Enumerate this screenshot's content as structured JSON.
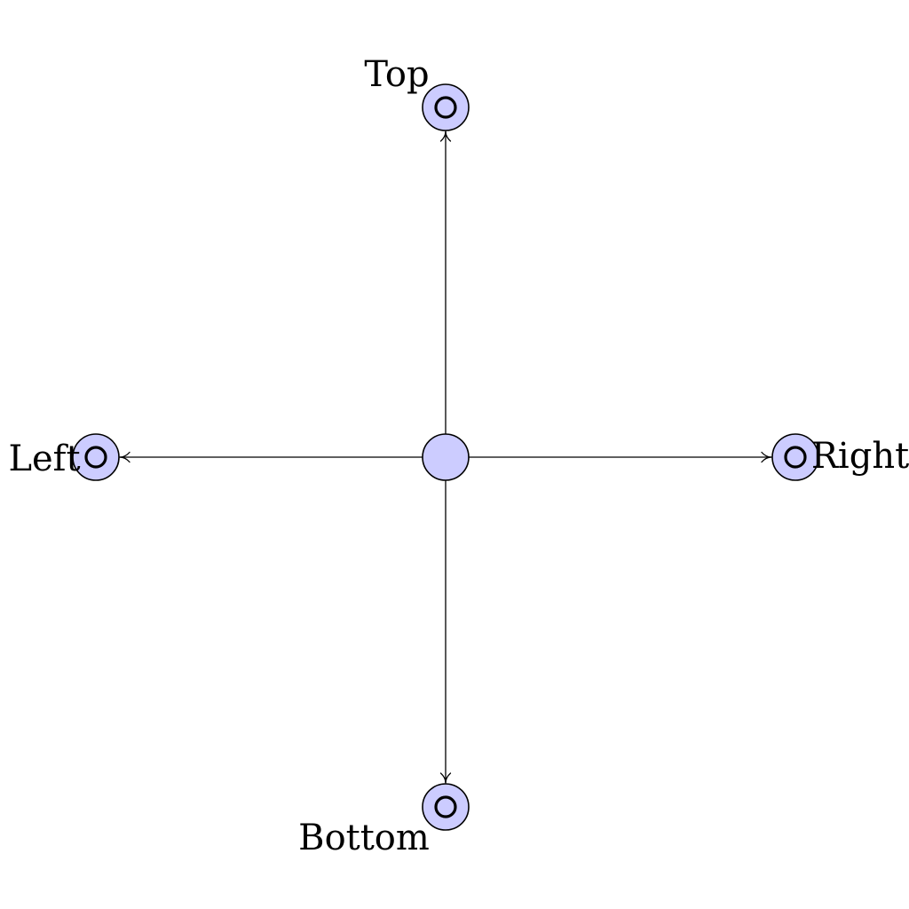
{
  "diagram": {
    "node_fill": "#ccccff",
    "stroke_color": "#000000",
    "center": {
      "name": "center-node"
    },
    "nodes": [
      {
        "id": "top",
        "label": "Top",
        "marker": "circle-icon"
      },
      {
        "id": "right",
        "label": "Right",
        "marker": "circle-icon"
      },
      {
        "id": "bottom",
        "label": "Bottom",
        "marker": "circle-icon"
      },
      {
        "id": "left",
        "label": "Left",
        "marker": "circle-icon"
      }
    ],
    "edges": [
      {
        "from": "center",
        "to": "top",
        "directed": true
      },
      {
        "from": "center",
        "to": "right",
        "directed": true
      },
      {
        "from": "center",
        "to": "bottom",
        "directed": true
      },
      {
        "from": "center",
        "to": "left",
        "directed": true
      }
    ]
  }
}
